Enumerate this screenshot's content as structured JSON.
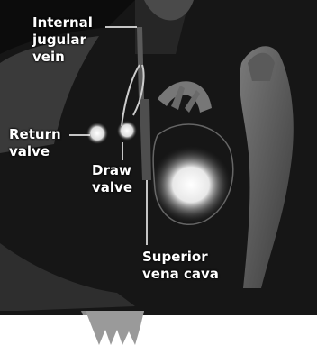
{
  "labels": {
    "internal_jugular_vein": [
      "Internal",
      "jugular",
      "vein"
    ],
    "return_valve": [
      "Return",
      "valve"
    ],
    "draw_valve": [
      "Draw",
      "valve"
    ],
    "superior_vena_cava": [
      "Superior",
      "vena cava"
    ]
  },
  "colors": {
    "background": "#0a0a0a",
    "skin": "#9a9a9a",
    "heart_glow": "#ffffff",
    "line": "#ffffff"
  }
}
